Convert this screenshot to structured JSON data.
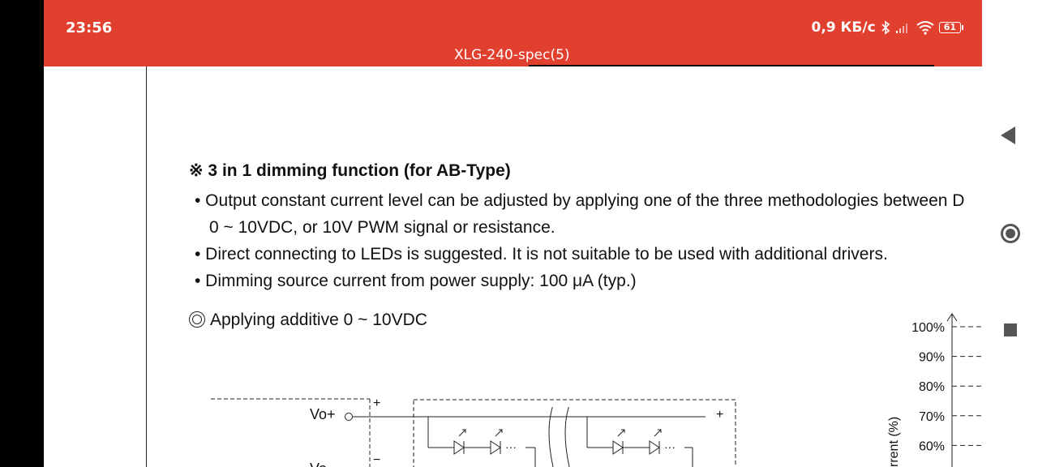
{
  "status_bar": {
    "time": "23:56",
    "network_speed": "0,9 КБ/с",
    "battery_level": "61",
    "icons": [
      "bluetooth-icon",
      "signal-icon",
      "wifi-icon",
      "battery-icon"
    ]
  },
  "document": {
    "title": "XLG-240-spec(5)"
  },
  "content": {
    "heading": "※ 3 in 1 dimming function (for AB-Type)",
    "bullets": [
      {
        "line1": "• Output constant current level can be adjusted by applying one of the three methodologies between D",
        "line2": "0 ~ 10VDC, or 10V PWM signal or resistance."
      },
      {
        "line1": "• Direct connecting to LEDs is suggested. It is not suitable to be used with additional drivers."
      },
      {
        "line1": "• Dimming source current from power supply: 100 μA (typ.)"
      }
    ],
    "subheading": "Applying additive 0 ~ 10VDC"
  },
  "diagram": {
    "vo_plus_label": "Vo+",
    "vo_minus_label": "Vo-",
    "plus_sign": "+",
    "minus_sign": "−",
    "ellipsis": "···"
  },
  "chart_data": {
    "type": "line",
    "ylabel": "rrent (%)",
    "yticks": [
      "100%",
      "90%",
      "80%",
      "70%",
      "60%"
    ]
  },
  "nav": {
    "back": "back-icon",
    "home": "home-icon",
    "recents": "recents-icon"
  },
  "colors": {
    "status_bar": "#e2402f",
    "text": "#111111"
  }
}
